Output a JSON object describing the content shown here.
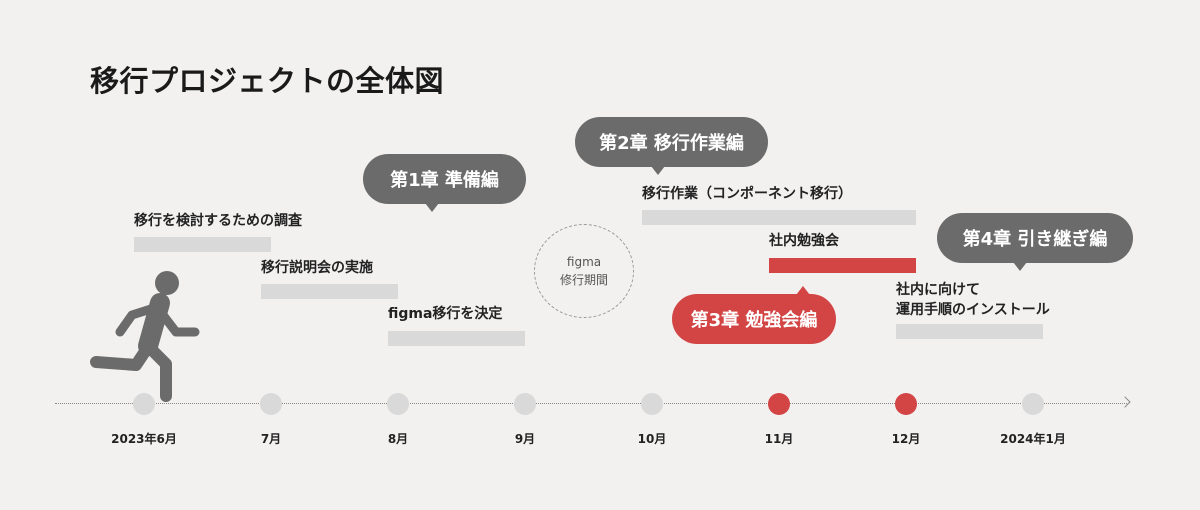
{
  "title": "移行プロジェクトの全体図",
  "tasks": [
    {
      "label": "移行を検討するための調査"
    },
    {
      "label": "移行説明会の実施"
    },
    {
      "label": "figma移行を決定"
    },
    {
      "label": "移行作業（コンポーネント移行）"
    },
    {
      "label": "社内勉強会"
    },
    {
      "label_line1": "社内に向けて",
      "label_line2": "運用手順のインストール"
    }
  ],
  "bubbles": [
    {
      "label": "第1章 準備編"
    },
    {
      "label": "第2章 移行作業編"
    },
    {
      "label": "第3章 勉強会編"
    },
    {
      "label": "第4章 引き継ぎ編"
    }
  ],
  "period_note": {
    "line1": "figma",
    "line2": "修行期間"
  },
  "timeline": {
    "months": [
      "2023年6月",
      "7月",
      "8月",
      "9月",
      "10月",
      "11月",
      "12月",
      "2024年1月"
    ],
    "highlighted": [
      "11月",
      "12月"
    ]
  },
  "colors": {
    "background": "#f2f1f0",
    "accent": "#d34444",
    "bubble_gray": "#6b6b6b",
    "bar_gray": "#d9d9d9",
    "dot_gray": "#d9d9d9"
  },
  "icons": {
    "runner": "running-person-icon"
  }
}
